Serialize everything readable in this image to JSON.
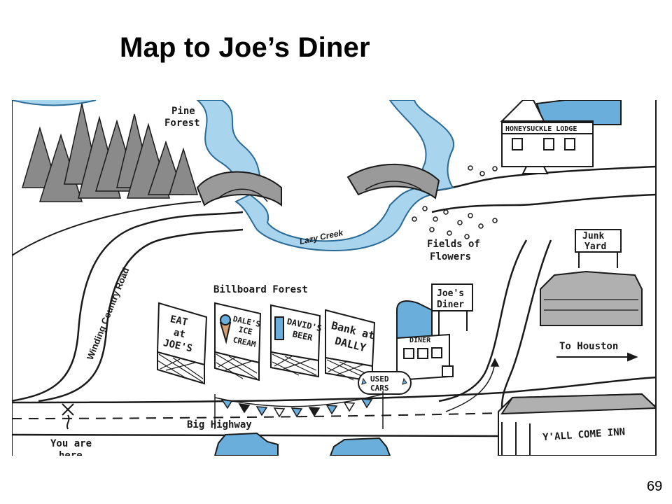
{
  "slide": {
    "title": "Map to Joe’s Diner",
    "page_number": "69"
  },
  "map": {
    "labels": {
      "pine_forest_1": "Pine",
      "pine_forest_2": "Forest",
      "honeysuckle_lodge": "HONEYSUCKLE LODGE",
      "lazy_creek": "Lazy Creek",
      "winding_country_road": "Winding Country Road",
      "fields_of_flowers_1": "Fields of",
      "fields_of_flowers_2": "Flowers",
      "junk_yard_1": "Junk",
      "junk_yard_2": "Yard",
      "billboard_forest": "Billboard Forest",
      "joes_diner_sign_1": "Joe's",
      "joes_diner_sign_2": "Diner",
      "diner_roof_sign": "DINER",
      "to_houston": "To Houston",
      "big_highway": "Big Highway",
      "you_are_here_1": "You are",
      "you_are_here_2": "here",
      "used_cars_1": "USED",
      "used_cars_2": "CARS",
      "yall_come_inn": "Y'ALL COME INN"
    },
    "billboards": {
      "eat_1": "EAT",
      "eat_2": "at",
      "eat_3": "JOE'S",
      "dales_1": "DALE'S",
      "dales_2": "ICE",
      "dales_3": "CREAM",
      "davids_1": "DAVID'S",
      "davids_2": "BEER",
      "bank_1": "Bank at",
      "bank_2": "DALLY"
    },
    "colors": {
      "water": "#a9d4ee",
      "water_edge": "#2a6b96",
      "accent_blue": "#6aaedc",
      "ink": "#1a1a1a",
      "tree": "#8a8a8a"
    }
  }
}
